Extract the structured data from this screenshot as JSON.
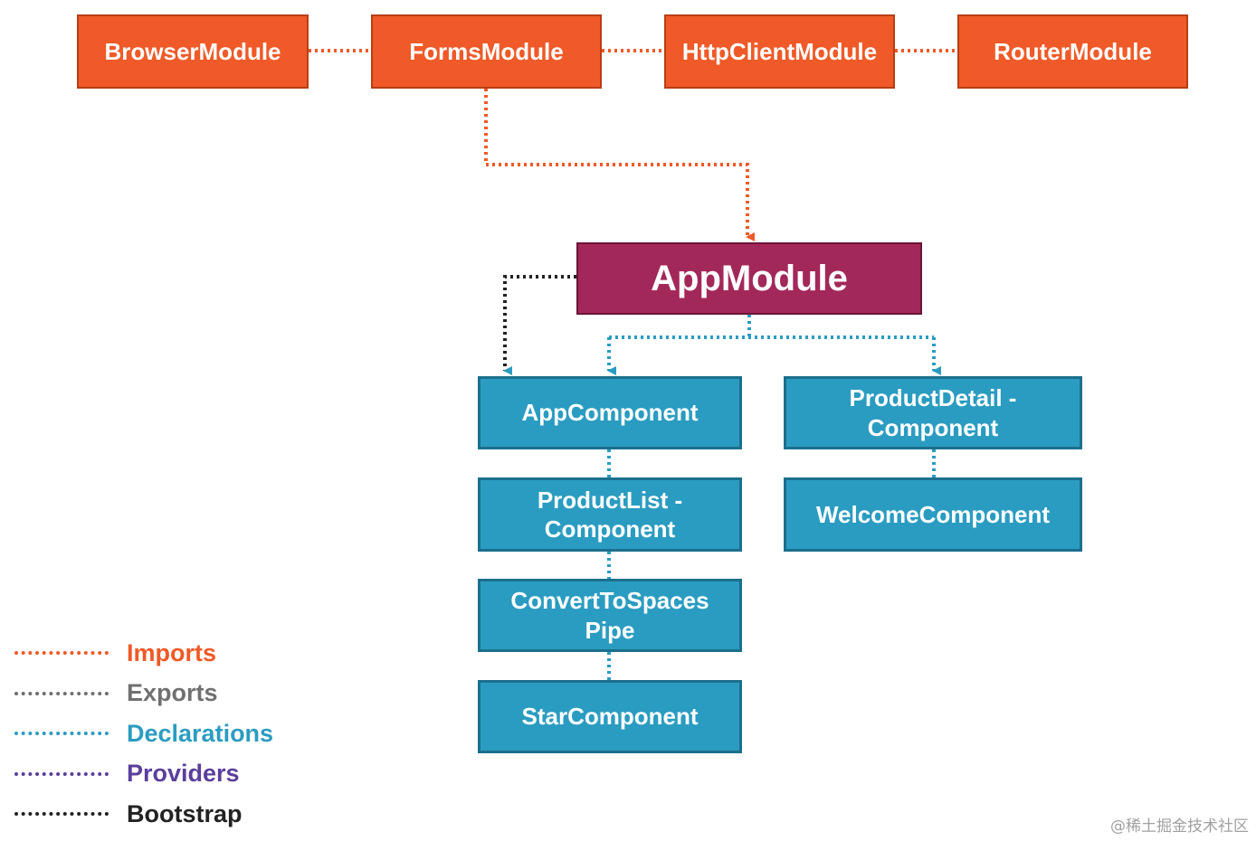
{
  "colors": {
    "imports": "#ef5a28",
    "exports": "#707070",
    "declarations": "#2b9cc1",
    "providers": "#5b3f9c",
    "bootstrap": "#222222",
    "app_module": "#a3285a"
  },
  "import_modules": [
    {
      "label": "BrowserModule"
    },
    {
      "label": "FormsModule"
    },
    {
      "label": "HttpClientModule"
    },
    {
      "label": "RouterModule"
    }
  ],
  "app_module": {
    "label": "AppModule"
  },
  "declarations": {
    "left_column": [
      {
        "lines": [
          "AppComponent"
        ]
      },
      {
        "lines": [
          "ProductList -",
          "Component"
        ]
      },
      {
        "lines": [
          "ConvertToSpaces",
          "Pipe"
        ]
      },
      {
        "lines": [
          "StarComponent"
        ]
      }
    ],
    "right_column": [
      {
        "lines": [
          "ProductDetail -",
          "Component"
        ]
      },
      {
        "lines": [
          "WelcomeComponent"
        ]
      }
    ]
  },
  "legend": [
    {
      "label": "Imports",
      "color": "#ef5a28"
    },
    {
      "label": "Exports",
      "color": "#707070"
    },
    {
      "label": "Declarations",
      "color": "#2b9cc1"
    },
    {
      "label": "Providers",
      "color": "#5b3f9c"
    },
    {
      "label": "Bootstrap",
      "color": "#222222"
    }
  ],
  "watermark": "@稀土掘金技术社区"
}
